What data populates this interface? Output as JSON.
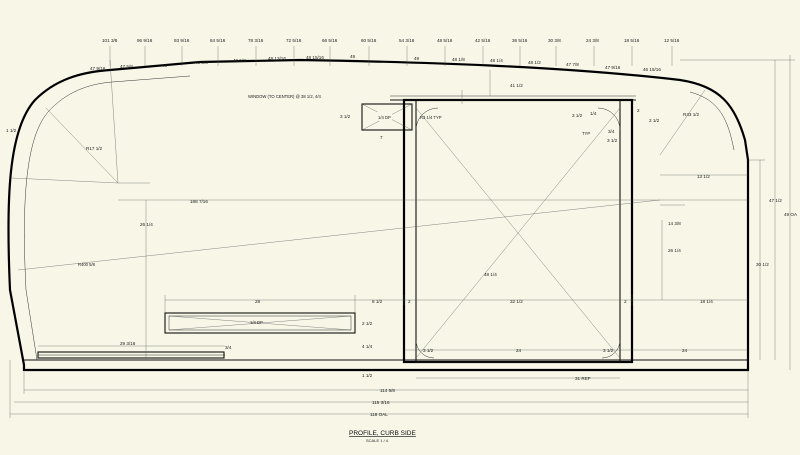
{
  "drawing": {
    "title": "PROFILE, CURB SIDE",
    "scale": "SCALE 1 / 4",
    "notes": {
      "window_note": "WINDOW (TO CENTER) @ 38 1/2, 4/4",
      "door_type": "R3 1/4 TYP",
      "cutout_left": "1/4 DP",
      "cutout_right": "1/4 DP",
      "radius": "R400 5/8",
      "typ": "TYP"
    },
    "top_dims": [
      "101 3/8",
      "96 9/16",
      "93 9/16",
      "84 5/16",
      "78 3/16",
      "72 5/16",
      "66 5/16",
      "60 5/16",
      "54 3/16",
      "48 5/16",
      "42 5/16",
      "36 5/16",
      "30 3/8",
      "24 3/8",
      "18 5/16",
      "12 5/16"
    ],
    "roof_dims": [
      "47 9/16",
      "47 5/8",
      "48",
      "48 3/8",
      "48 5/8",
      "48 13/16",
      "48 15/16",
      "49",
      "49",
      "48 1/8",
      "48 1/4",
      "48 1/2",
      "47 7/8",
      "47 9/16",
      "46 15/16"
    ],
    "door_top_width": "41 1/2",
    "misc_dims": {
      "left_radius": "1 1/2",
      "r1": "R17 1/2",
      "total_run": "188 7/16",
      "h26": "26 1/4",
      "w28": "28",
      "w8": "8 1/2",
      "w2a": "2",
      "w32": "32 1/2",
      "w2b": "2",
      "w18": "18 1/4",
      "h48": "48 1/4",
      "h2half": "2 1/2",
      "h4": "4 1/4",
      "h1": "1 1/2",
      "bottom_left": "29 3/16",
      "w34": "3/4",
      "b3a": "3 1/2",
      "b24": "24",
      "b3b": "3 1/2",
      "b24b": "24",
      "w31": "31 REF",
      "d114": "114 5/8",
      "d115": "115 3/16",
      "d118": "118 OAL",
      "h30": "30 1/2",
      "h47": "47 1/2",
      "h49": "49 OA",
      "r43": "R43 1/2",
      "d13": "13 1/2",
      "d14": "14 3/8",
      "d26r": "26 1/4",
      "s3a": "3 1/2",
      "s14": "1/4",
      "s2a": "2",
      "s2b": "2 1/2",
      "s34": "3/4",
      "s3b": "3 1/2",
      "box3": "3 1/2",
      "box7": "7"
    }
  }
}
